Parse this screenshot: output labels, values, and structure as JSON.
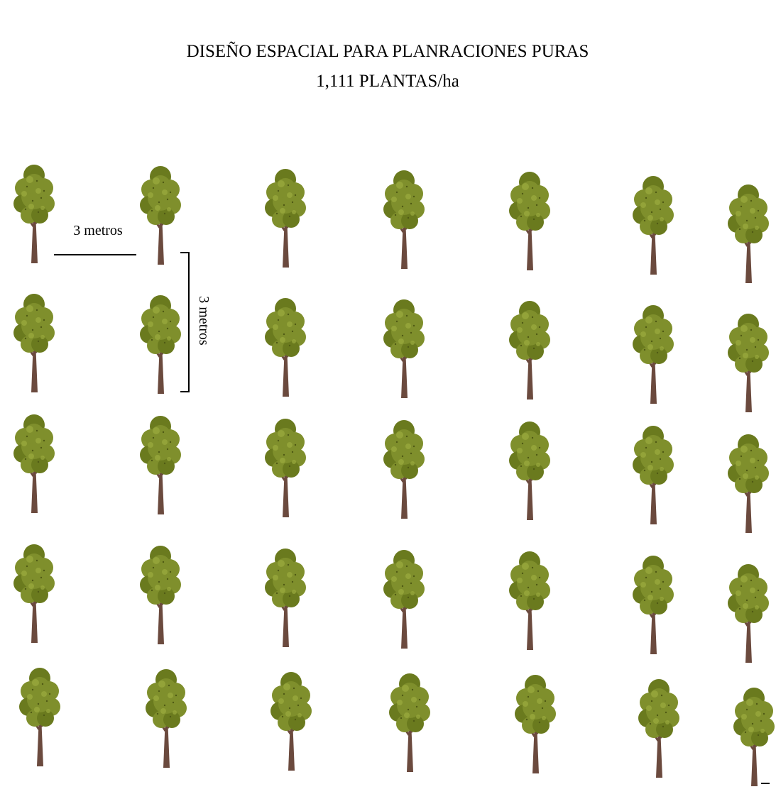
{
  "title": {
    "line1": "DISEÑO ESPACIAL PARA PLANRACIONES PURAS",
    "line2": "1,111 PLANTAS/ha"
  },
  "grid": {
    "rows": 5,
    "columns": 7,
    "tree_icon": "tree-icon"
  },
  "spacing": {
    "horizontal_label": "3 metros",
    "vertical_label": "3 metros"
  },
  "colors": {
    "foliage": "#7f8f2c",
    "foliage_dark": "#6a7a1e",
    "foliage_light": "#9bab3e",
    "trunk": "#6b4a3e",
    "line": "#000000"
  }
}
